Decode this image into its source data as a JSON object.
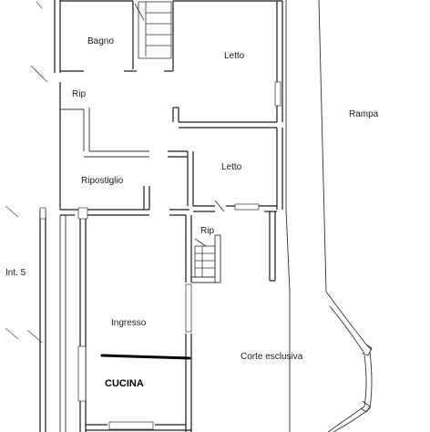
{
  "rooms": {
    "bagno": "Bagno",
    "letto_top": "Letto",
    "rip_top": "Rip",
    "rampa": "Rampa",
    "letto_mid": "Letto",
    "ripostiglio": "Ripostiglio",
    "rip_mid": "Rip",
    "int5": "Int. 5",
    "ingresso": "Ingresso",
    "corte": "Corte esclusiva",
    "cucina": "CUCINA"
  }
}
